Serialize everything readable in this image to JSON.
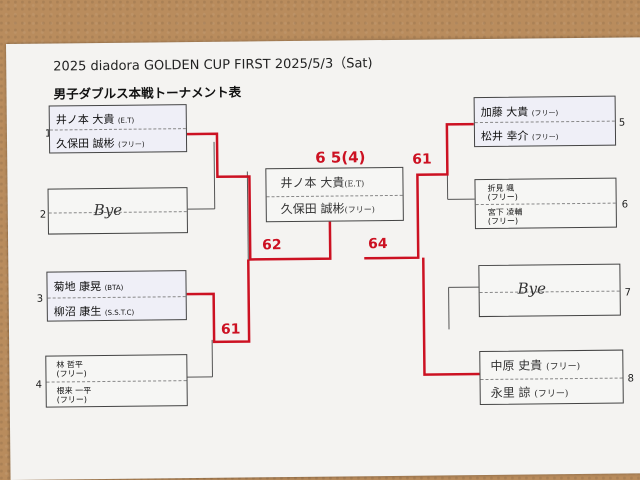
{
  "header": {
    "title": "2025 diadora GOLDEN CUP FIRST 2025/5/3（Sat)",
    "subtitle": "男子ダブルス本戦トーナメント表"
  },
  "slots": [
    {
      "num": "1",
      "p1": "井ノ本 大貴",
      "p1_club": "(E.T)",
      "p2": "久保田 誠彬",
      "p2_club": "(フリー)"
    },
    {
      "num": "2",
      "bye": "Bye"
    },
    {
      "num": "3",
      "p1": "菊地 康晃",
      "p1_club": "(BTA)",
      "p2": "柳沼 康生",
      "p2_club": "(S.S.T.C)"
    },
    {
      "num": "4",
      "p1": "林 哲平",
      "p1_club": "(フリー)",
      "p2": "根来 一平",
      "p2_club": "(フリー)"
    },
    {
      "num": "5",
      "p1": "加藤 大貴",
      "p1_club": "(フリー)",
      "p2": "松井 幸介",
      "p2_club": "(フリー)"
    },
    {
      "num": "6",
      "p1": "折見 颯",
      "p1_club": "(フリー)",
      "p2": "宮下 凌輔",
      "p2_club": "(フリー)"
    },
    {
      "num": "7",
      "bye": "Bye"
    },
    {
      "num": "8",
      "p1": "中原 史貴",
      "p1_club": "(フリー)",
      "p2": "永里 諒",
      "p2_club": "(フリー)"
    }
  ],
  "final": {
    "p1": "井ノ本 大貴",
    "p1_club": "(E.T)",
    "p2": "久保田 誠彬",
    "p2_club": "(フリー)",
    "score": "6 5(4)"
  },
  "scores": {
    "semi_left": "62",
    "semi_right": "64",
    "qf_left_bottom": "61",
    "qf_right_top": "61"
  },
  "colors": {
    "win_line": "#cc1122",
    "bracket_line": "#555555",
    "paper": "#f4f3f1",
    "cork": "#b98c5d"
  }
}
